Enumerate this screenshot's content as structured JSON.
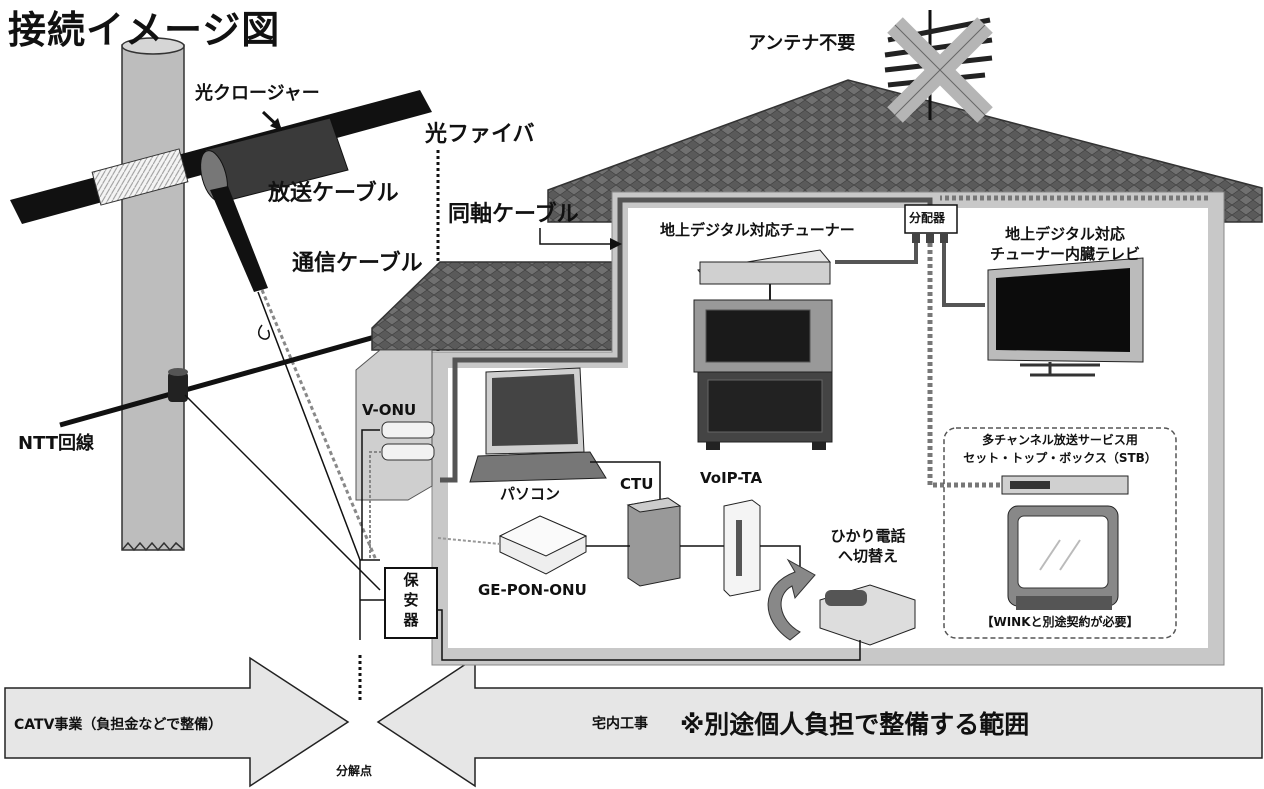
{
  "title": "接続イメージ図",
  "labels": {
    "antenna_unneeded": "アンテナ不要",
    "optical_closure": "光クロージャー",
    "optical_fiber": "光ファイバ",
    "broadcast_cable": "放送ケーブル",
    "comm_cable": "通信ケーブル",
    "coax_cable": "同軸ケーブル",
    "dtv_tuner": "地上デジタル対応チューナー",
    "splitter": "分配器",
    "dtv_builtin_tv_line1": "地上デジタル対応",
    "dtv_builtin_tv_line2": "チューナー内臓テレビ",
    "v_onu": "V-ONU",
    "ntt_line": "NTT回線",
    "pc": "パソコン",
    "ctu": "CTU",
    "voip_ta": "VoIP-TA",
    "hikari_phone_line1": "ひかり電話",
    "hikari_phone_line2": "へ切替え",
    "ge_pon_onu": "GE-PON-ONU",
    "protector_1": "保",
    "protector_2": "安",
    "protector_3": "器",
    "stb_line1": "多チャンネル放送サービス用",
    "stb_line2": "セット・トップ・ボックス（STB）",
    "wink_note": "【WINKと別途契約が必要】",
    "catv_business": "CATV事業（負担金などで整備）",
    "demarcation": "分解点",
    "indoor_work_small": "宅内工事",
    "indoor_work_big": "※別途個人負担で整備する範囲"
  },
  "colors": {
    "roof": "#6e6e6e",
    "house_wall": "#c8c8c8",
    "interior": "#ffffff",
    "arrow_fill": "#e6e6e6",
    "pole": "#bdbdbd",
    "cable": "#111111"
  }
}
